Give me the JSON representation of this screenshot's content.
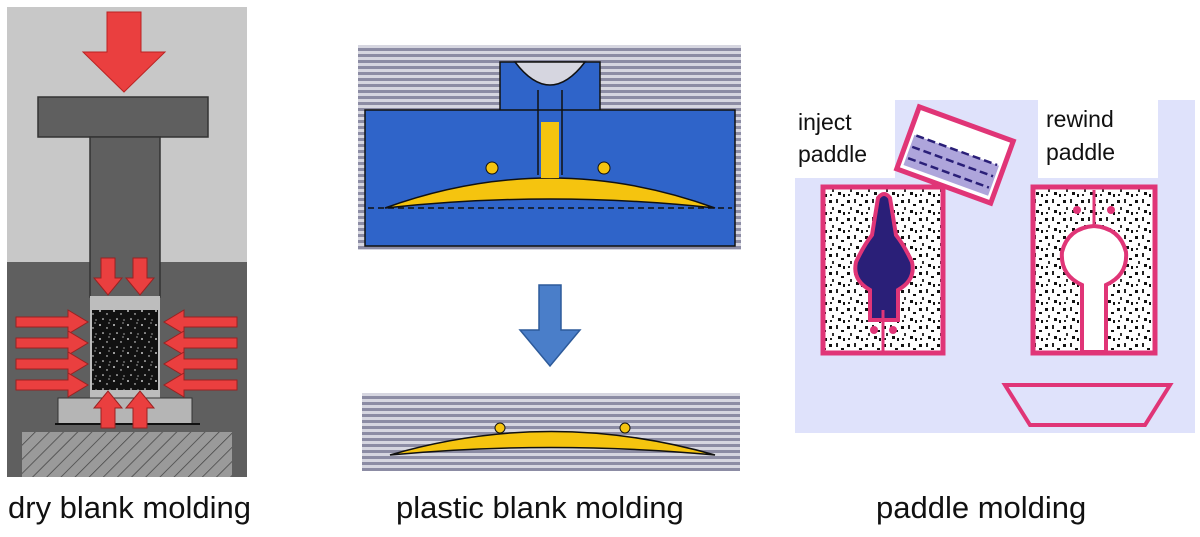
{
  "panels": {
    "dry": {
      "caption": "dry blank molding"
    },
    "plastic": {
      "caption": "plastic blank molding"
    },
    "paddle": {
      "caption": "paddle molding",
      "inject_label_line1": "inject",
      "inject_label_line2": "paddle",
      "rewind_label_line1": "rewind",
      "rewind_label_line2": "paddle"
    }
  },
  "colors": {
    "press_gray": "#5f5f5f",
    "background_gray": "#c8c8c8",
    "force_arrow": "#ea3f3f",
    "mold_blue": "#2f64c9",
    "blank_yellow": "#f5c40f",
    "stripe": "#8c8ca4",
    "flow_arrow": "#4a7ec9",
    "paddle_frame": "#e03577",
    "paddle_fill": "#2a1f78",
    "paddle_bg": "#dfe2fb"
  }
}
